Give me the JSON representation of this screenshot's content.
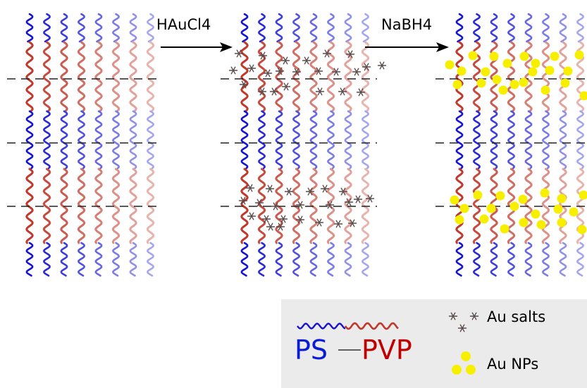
{
  "steps": {
    "step1_reagent": "HAuCl4",
    "step2_reagent": "NaBH4"
  },
  "legend": {
    "ps_label": "PS",
    "pvp_label": "PVP",
    "salts_label": "Au salts",
    "nps_label": "Au NPs"
  },
  "colors": {
    "ps_blue": "#1414d2",
    "pvp_red": "#c0392b",
    "ps_legend": "#0a1bd6",
    "pvp_legend": "#c00000",
    "gold_np": "#f7ef00",
    "salt_star": "#5a4a4a",
    "legend_bg": "#ebebeb"
  },
  "panels": [
    {
      "name": "block-copolymer-film",
      "has_salts": false,
      "has_nps": false
    },
    {
      "name": "film-with-au-salts",
      "has_salts": true,
      "has_nps": false
    },
    {
      "name": "film-with-au-nps",
      "has_salts": false,
      "has_nps": true
    }
  ]
}
